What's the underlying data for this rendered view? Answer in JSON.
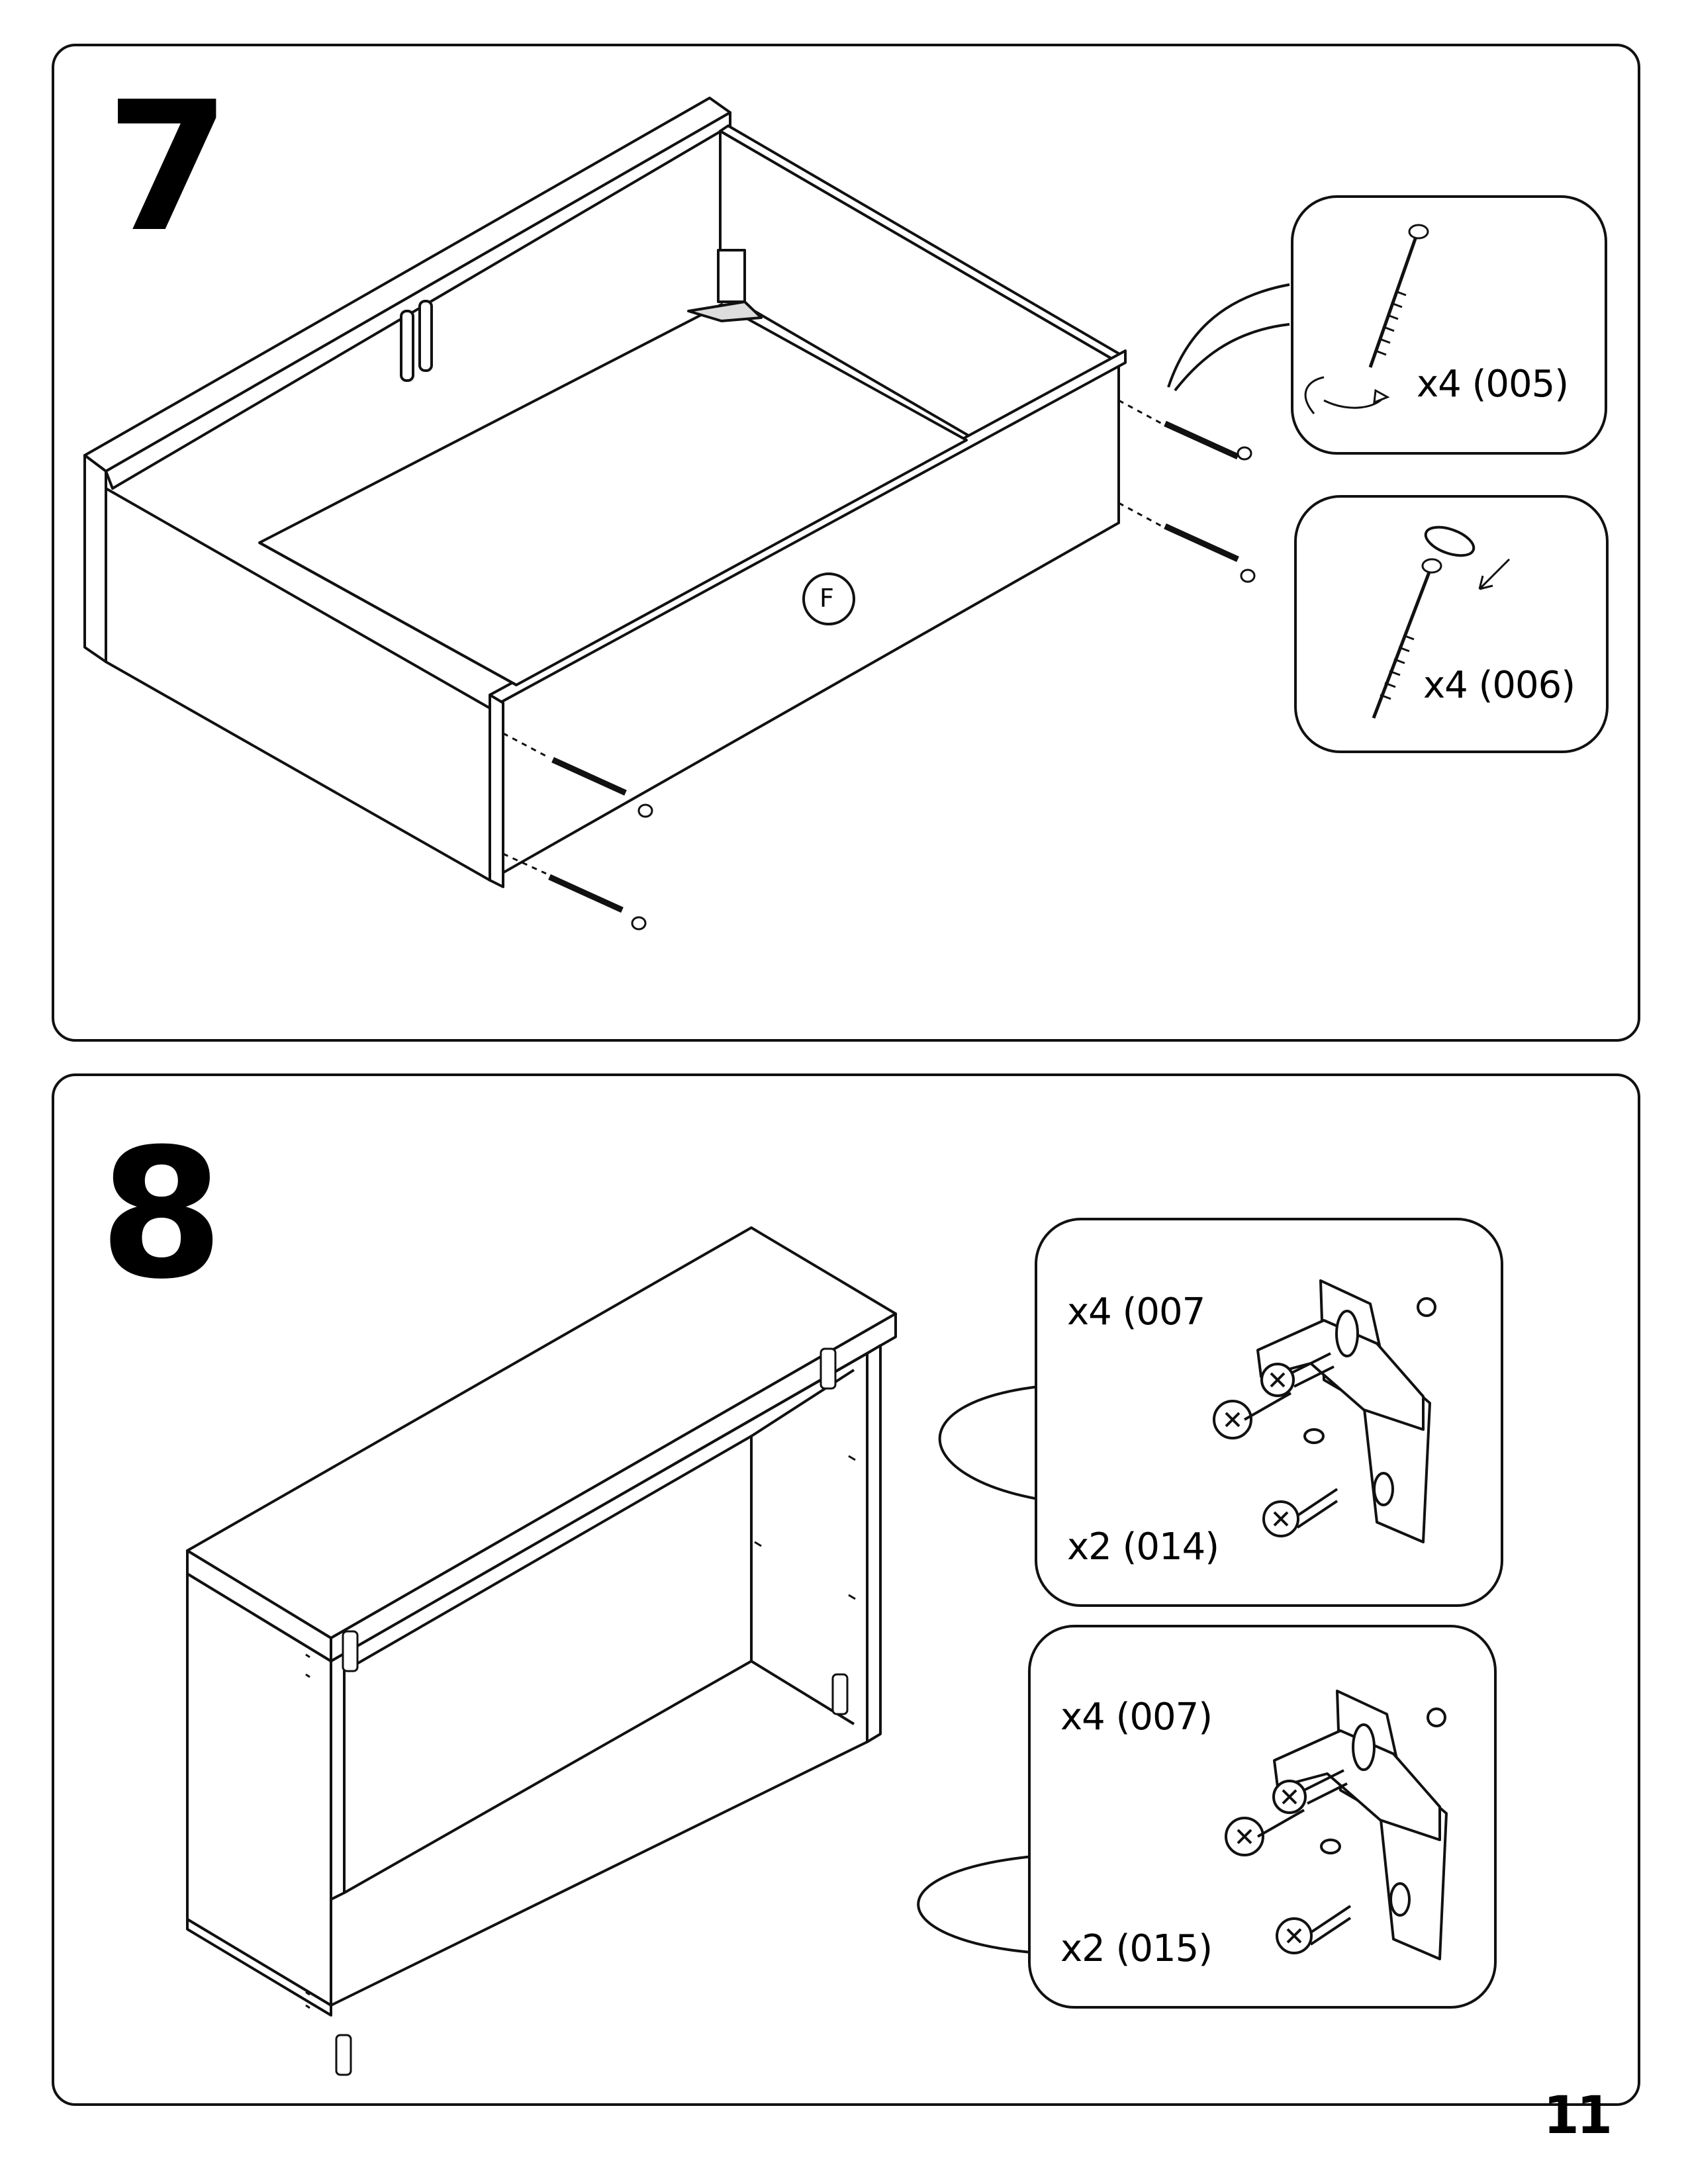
{
  "steps": [
    {
      "number": "7",
      "part_label": "F",
      "callouts": [
        {
          "quantity": "x4 (005)",
          "icon": "long-screw-icon"
        },
        {
          "quantity": "x4 (006)",
          "icon": "screw-with-cap-icon"
        }
      ]
    },
    {
      "number": "8",
      "callouts": [
        {
          "quantity_top": "x4 (007",
          "quantity_bottom": "x2 (014)",
          "icon": "hanging-bracket-icon"
        },
        {
          "quantity_top": "x4 (007)",
          "quantity_bottom": "x2 (015)",
          "icon": "hanging-bracket-icon"
        }
      ]
    }
  ],
  "page": {
    "number": "11"
  }
}
